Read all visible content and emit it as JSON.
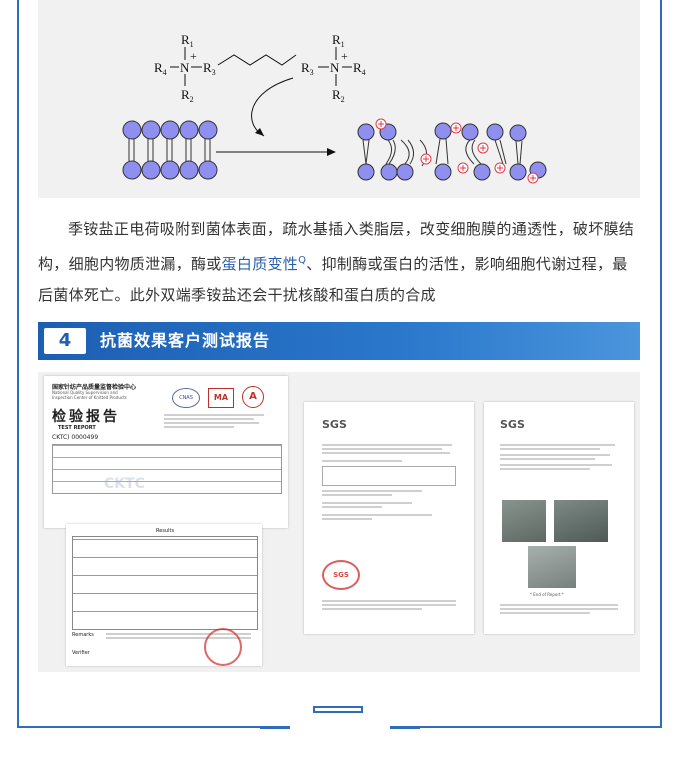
{
  "diagram": {
    "top_left_labels": {
      "r1": "R",
      "r1_sub": "1",
      "r4": "R",
      "r4_sub": "4",
      "n": "N",
      "plus": "+",
      "r3": "R",
      "r3_sub": "3",
      "r2": "R",
      "r2_sub": "2"
    },
    "top_right_labels": {
      "r1": "R",
      "r1_sub": "1",
      "r3": "R",
      "r3_sub": "3",
      "n": "N",
      "plus": "+",
      "r4": "R",
      "r4_sub": "4",
      "r2": "R",
      "r2_sub": "2"
    },
    "membrane_color": "#8f8ff0",
    "charge_color": "#e03a4a"
  },
  "paragraph": {
    "part1": "季铵盐正电荷吸附到菌体表面，疏水基插入类脂层，改变细胞膜的通透性，破坏膜结构，细胞内物质泄漏，酶或",
    "link": "蛋白质变性",
    "search_mark": "Q",
    "part2": "、抑制酶或蛋白的活性，影响细胞代谢过程，最后菌体死亡。此外双端季铵盐还会干扰核酸和蛋白质的合成"
  },
  "section": {
    "number": "4",
    "title": "抗菌效果客户测试报告"
  },
  "report_cn": {
    "org_line1": "国家针纺产品质量监督检验中心",
    "org_line2": "National Quality Supervision and",
    "org_line3": "Inspection Center of Knitted Products",
    "title": "检验报告",
    "subtitle": "TEST REPORT",
    "code": "CKTC) 0000499",
    "seal_text": "CKTC",
    "badge_ma": "MA",
    "badge_cnas": "CNAS",
    "badge_a": "A",
    "results_label": "Results",
    "remarks_label": "Remarks",
    "verifier_label": "Verifier"
  },
  "report_sgs_1": {
    "logo": "SGS",
    "stamp": "SGS"
  },
  "report_sgs_2": {
    "logo": "SGS",
    "caption": "* End of Report *"
  },
  "colors": {
    "frame": "#2f6db8",
    "section_bar": "#1c5fb2",
    "text": "#333333",
    "link": "#2c5fa8"
  }
}
